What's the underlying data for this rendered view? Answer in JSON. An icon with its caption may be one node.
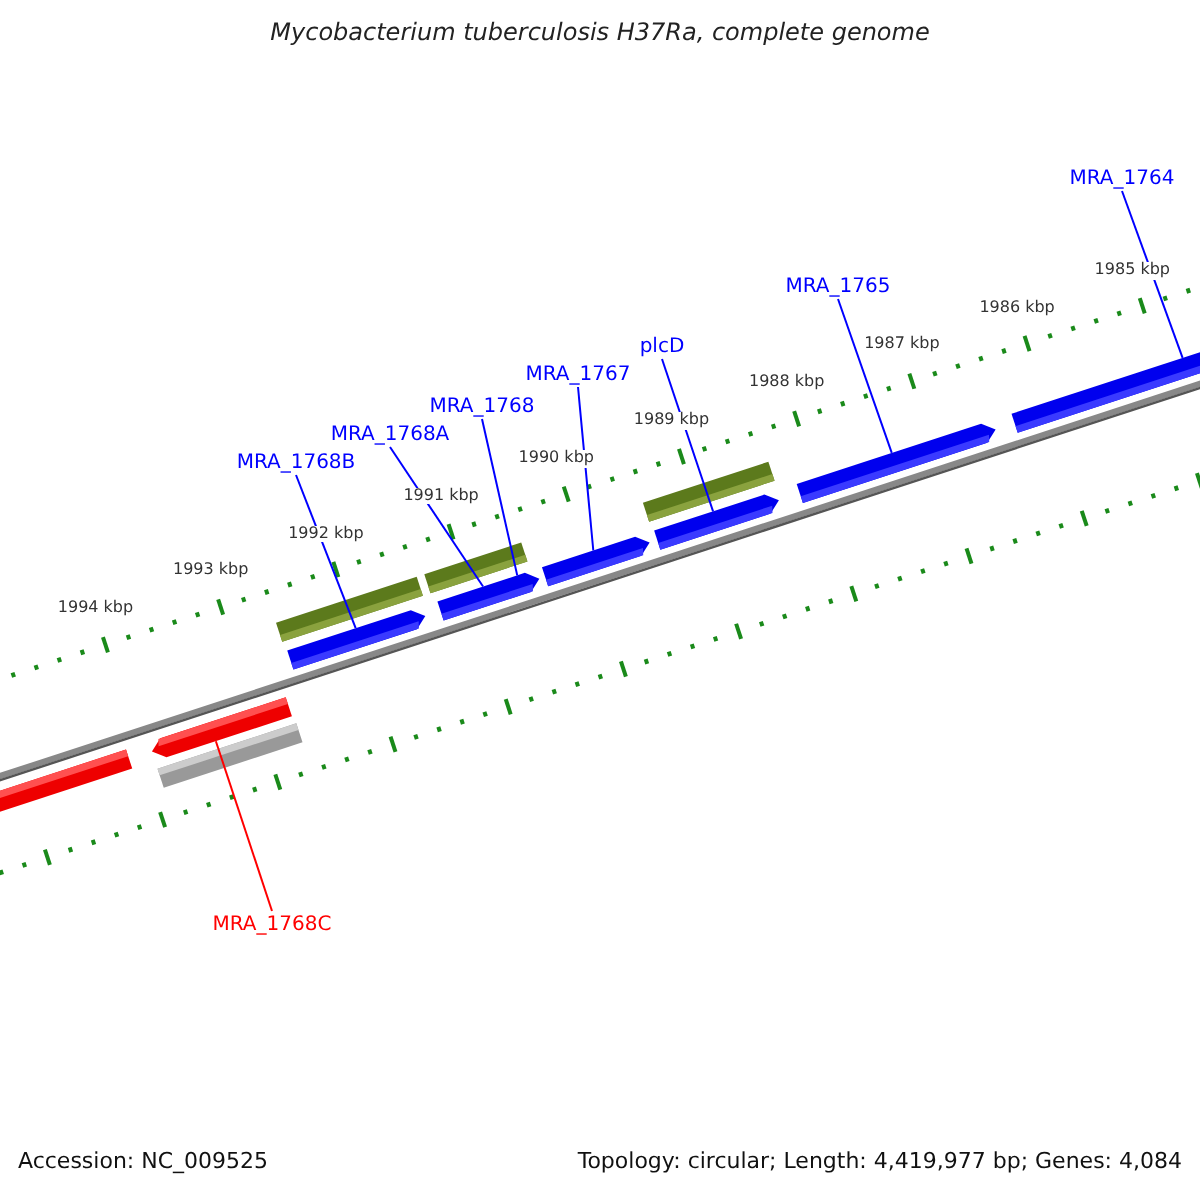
{
  "diagram": {
    "title": "Mycobacterium tuberculosis H37Ra, complete genome",
    "nodes": [
      {
        "text": [
          "MRA_1764"
        ]
      },
      {
        "text": [
          "MRA_1765"
        ]
      },
      {
        "text": [
          "plcD"
        ]
      },
      {
        "text": [
          "MRA_1767"
        ]
      },
      {
        "text": [
          "MRA_1768"
        ]
      },
      {
        "text": [
          "MRA_1768A"
        ]
      },
      {
        "text": [
          "MRA_1768B"
        ]
      },
      {
        "text": [
          "MRA_1768C"
        ]
      },
      {
        "text": [],
        "shape": "bar"
      },
      {
        "text": [],
        "shape": "bar"
      },
      {
        "text": [],
        "shape": "bar"
      },
      {
        "text": [],
        "shape": "bar"
      },
      {
        "text": [],
        "shape": "bar"
      },
      {
        "text": [],
        "shape": "bar"
      },
      {
        "text": [],
        "shape": "bar"
      },
      {
        "text": [],
        "shape": "bar"
      },
      {
        "text": [],
        "shape": "bar"
      },
      {
        "text": [],
        "shape": "bar"
      },
      {
        "text": [],
        "shape": "bar"
      },
      {
        "text": [],
        "shape": "bar"
      }
    ],
    "edges": [
      {
        "from": 0,
        "to": 19,
        "arrow": "none"
      },
      {
        "from": 1,
        "to": 18,
        "arrow": "none"
      },
      {
        "from": 2,
        "to": 17,
        "arrow": "none"
      },
      {
        "from": 3,
        "to": 15,
        "arrow": "none"
      },
      {
        "from": 4,
        "to": 14,
        "arrow": "none"
      },
      {
        "from": 5,
        "to": 14,
        "arrow": "none"
      },
      {
        "from": 6,
        "to": 12,
        "arrow": "none"
      },
      {
        "from": 7,
        "to": 9,
        "arrow": "none",
        "color": "#ff0000"
      }
    ],
    "labels": [
      "1985 kbp",
      "1986 kbp",
      "1987 kbp",
      "1988 kbp",
      "1989 kbp",
      "1990 kbp",
      "1991 kbp",
      "1992 kbp",
      "1993 kbp",
      "1994 kbp",
      "Accession: NC_009525",
      "Topology: circular; Length: 4,419,977 bp; Genes: 4,084"
    ]
  }
}
